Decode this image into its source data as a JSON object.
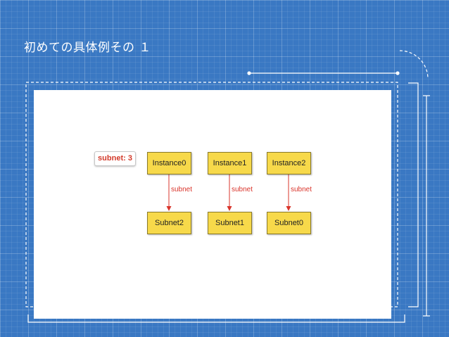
{
  "slide": {
    "title": "初めての具体例その １"
  },
  "diagram": {
    "tag_label": "subnet: 3",
    "instances": [
      "Instance0",
      "Instance1",
      "Instance2"
    ],
    "subnets": [
      "Subnet2",
      "Subnet1",
      "Subnet0"
    ],
    "edge_labels": [
      "subnet",
      "subnet",
      "subnet"
    ]
  },
  "colors": {
    "background": "#3a78c3",
    "node_fill": "#f7d94a",
    "edge": "#d9342b",
    "tag_text": "#d33a2a"
  }
}
